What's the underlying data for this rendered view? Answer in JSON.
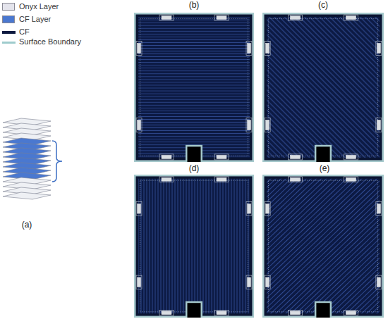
{
  "diagram": {
    "labels": [
      "(a)",
      "(b)",
      "(c)",
      "(d)",
      "(e)"
    ],
    "legend": [
      {
        "text": "Onyx Layer",
        "color": "#e4e4ec"
      },
      {
        "text": "CF Layer",
        "color": "#4a78d0"
      },
      {
        "text": "CF"
      },
      {
        "text": "Surface Boundary"
      }
    ]
  }
}
